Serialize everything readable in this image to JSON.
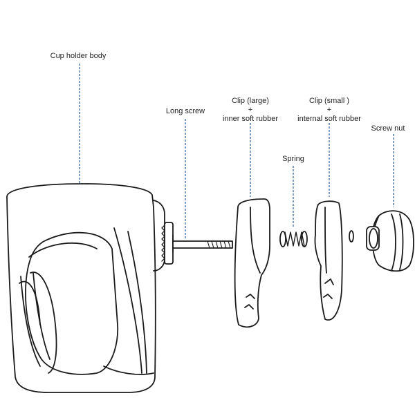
{
  "diagram": {
    "labels": {
      "cup_holder_body": "Cup holder body",
      "long_screw": "Long screw",
      "clip_large": [
        "Clip (large)",
        "+",
        "inner soft rubber"
      ],
      "spring": "Spring",
      "clip_small": [
        "Clip (small )",
        "+",
        "internal soft rubber"
      ],
      "screw_nut": "Screw nut"
    },
    "colors": {
      "line": "#1a1a1a",
      "leader": "#2a5b9a",
      "fill": "#ffffff",
      "shade": "#d9d9d9"
    }
  }
}
